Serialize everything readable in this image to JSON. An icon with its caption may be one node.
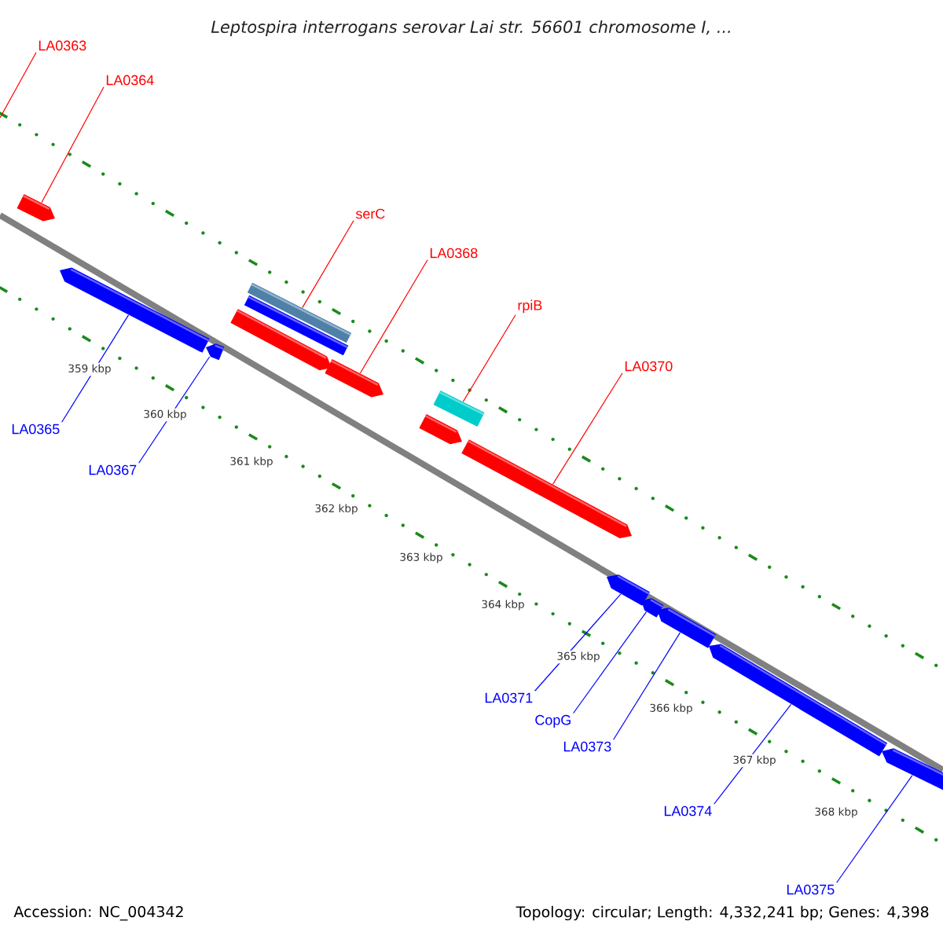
{
  "diagram": {
    "title": "Leptospira interrogans serovar Lai str. 56601 chromosome I, ...",
    "nodes": [
      {
        "text": [
          "LA0363"
        ]
      },
      {
        "text": [
          "LA0364"
        ]
      },
      {
        "text": [
          "serC"
        ]
      },
      {
        "text": [
          "LA0368"
        ]
      },
      {
        "text": [
          "rpiB"
        ]
      },
      {
        "text": [
          "LA0370"
        ]
      },
      {
        "text": [
          "LA0365"
        ]
      },
      {
        "text": [
          "LA0367"
        ]
      },
      {
        "text": [
          "LA0371"
        ]
      },
      {
        "text": [
          "CopG"
        ]
      },
      {
        "text": [
          "LA0373"
        ]
      },
      {
        "text": [
          "LA0374"
        ]
      },
      {
        "text": [
          "LA0375"
        ]
      },
      {
        "text": [],
        "shape": "arrow"
      },
      {
        "text": [],
        "shape": "box"
      },
      {
        "text": [],
        "shape": "arrow"
      },
      {
        "text": [],
        "shape": "box"
      },
      {
        "text": [],
        "shape": "arrow"
      },
      {
        "text": [],
        "shape": "arrow"
      },
      {
        "text": [],
        "shape": "arrow"
      },
      {
        "text": [],
        "shape": "arrow"
      },
      {
        "text": [],
        "shape": "arrow"
      },
      {
        "text": [],
        "shape": "arrow"
      },
      {
        "text": [],
        "shape": "arrow"
      },
      {
        "text": [],
        "shape": "arrow"
      },
      {
        "text": [],
        "shape": "arrow"
      },
      {
        "text": [],
        "shape": "box"
      },
      {
        "text": [],
        "shape": "arrow"
      }
    ],
    "edges": [
      {
        "from": 0,
        "to": null,
        "arrow": "none",
        "color": "#ff0000"
      },
      {
        "from": 1,
        "to": 13,
        "arrow": "none",
        "color": "#ff0000"
      },
      {
        "from": 2,
        "to": 14,
        "arrow": "none",
        "color": "#ff0000"
      },
      {
        "from": 3,
        "to": 15,
        "arrow": "none",
        "color": "#ff0000"
      },
      {
        "from": 4,
        "to": 16,
        "arrow": "none",
        "color": "#ff0000"
      },
      {
        "from": 5,
        "to": 17,
        "arrow": "none",
        "color": "#ff0000"
      },
      {
        "from": 6,
        "to": 18,
        "arrow": "none"
      },
      {
        "from": 7,
        "to": 19,
        "arrow": "none"
      },
      {
        "from": 8,
        "to": 20,
        "arrow": "none"
      },
      {
        "from": 9,
        "to": 21,
        "arrow": "none"
      },
      {
        "from": 10,
        "to": 22,
        "arrow": "none"
      },
      {
        "from": 11,
        "to": 23,
        "arrow": "none"
      },
      {
        "from": 12,
        "to": 24,
        "arrow": "none"
      }
    ],
    "labels": [
      "359 kbp",
      "360 kbp",
      "361 kbp",
      "362 kbp",
      "363 kbp",
      "364 kbp",
      "365 kbp",
      "366 kbp",
      "367 kbp",
      "368 kbp",
      "Accession: NC_004342",
      "Topology: circular; Length: 4,332,241 bp; Genes: 4,398"
    ]
  }
}
